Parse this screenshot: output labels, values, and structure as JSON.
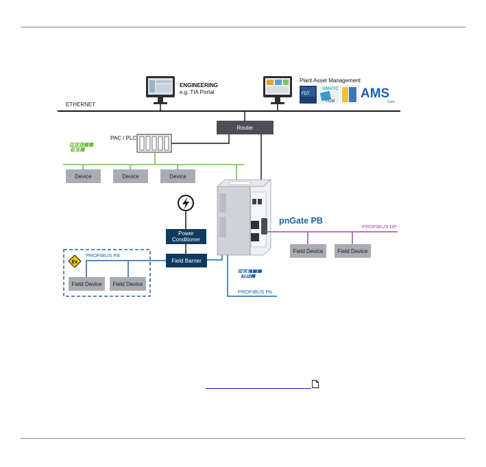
{
  "network": {
    "ethernet": "ETHERNET",
    "engineering_title": "ENGINEERING",
    "engineering_sub": "e.g. TIA Portal",
    "asset_mgmt": "Plant Asset Management",
    "fdt": "FDT",
    "simatic": "SIMATIC",
    "pdm": "PDM",
    "ams": "AMS",
    "ams_suite": "Suite",
    "router": "Router",
    "pac_plc": "PAC / PLC",
    "profinet_logo_top": "PROFI",
    "profinet_logo_bottom": "NET",
    "devices": [
      "Device",
      "Device",
      "Device"
    ],
    "gateway": "pnGate PB",
    "profibus_dp": "PROFIBUS DP",
    "dp_field_devices": [
      "Field Device",
      "Field Device"
    ],
    "power_conditioner_1": "Power",
    "power_conditioner_2": "Conditioner",
    "field_barrier": "Field Barrier",
    "ex_zone_label": "PROFIBUS PA",
    "ex_symbol": "Ex",
    "pa_field_devices": [
      "Field Device",
      "Field Device"
    ],
    "profibus_logo_top": "PROFI",
    "profibus_logo_bottom": "BUS",
    "profibus_pa": "PROFIBUS PA"
  },
  "colors": {
    "dark_box": "#0e3a5f",
    "gray_box": "#a9adb3",
    "router_box": "#4a4f55",
    "profinet_green": "#6cbf3a",
    "profibus_purple": "#a24a9a",
    "pa_blue": "#1f62a8",
    "gateway_blue": "#1f5fa6"
  }
}
